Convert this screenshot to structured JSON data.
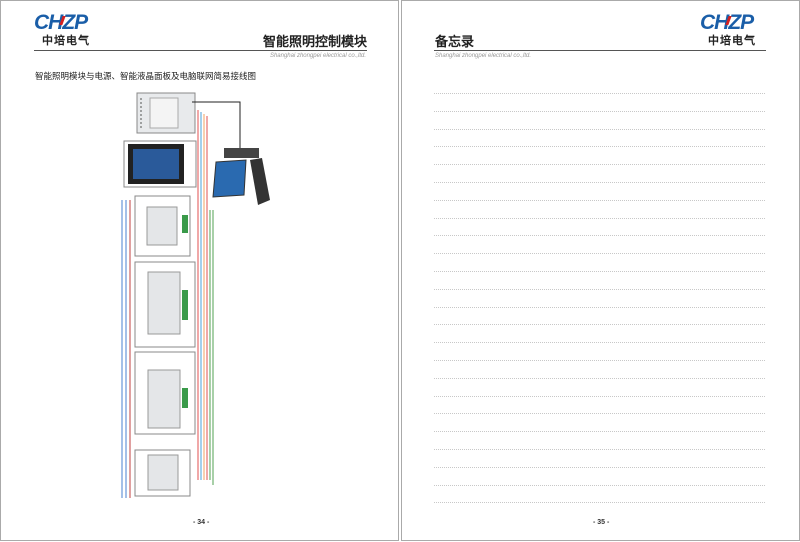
{
  "brand": {
    "logo_en": "CHZP",
    "logo_cn": "中培电气",
    "subtitle": "Shanghai zhongpei electrical co.,ltd."
  },
  "left_page": {
    "section_title": "智能照明控制模块",
    "caption": "智能照明模块与电源、智能液晶面板及电脑联网简易接线图",
    "page_number": "- 34 -"
  },
  "right_page": {
    "section_title": "备忘录",
    "page_number": "- 35 -",
    "note_lines": 24
  },
  "colors": {
    "brand_blue": "#1a5ea8",
    "brand_red": "#d42020"
  }
}
